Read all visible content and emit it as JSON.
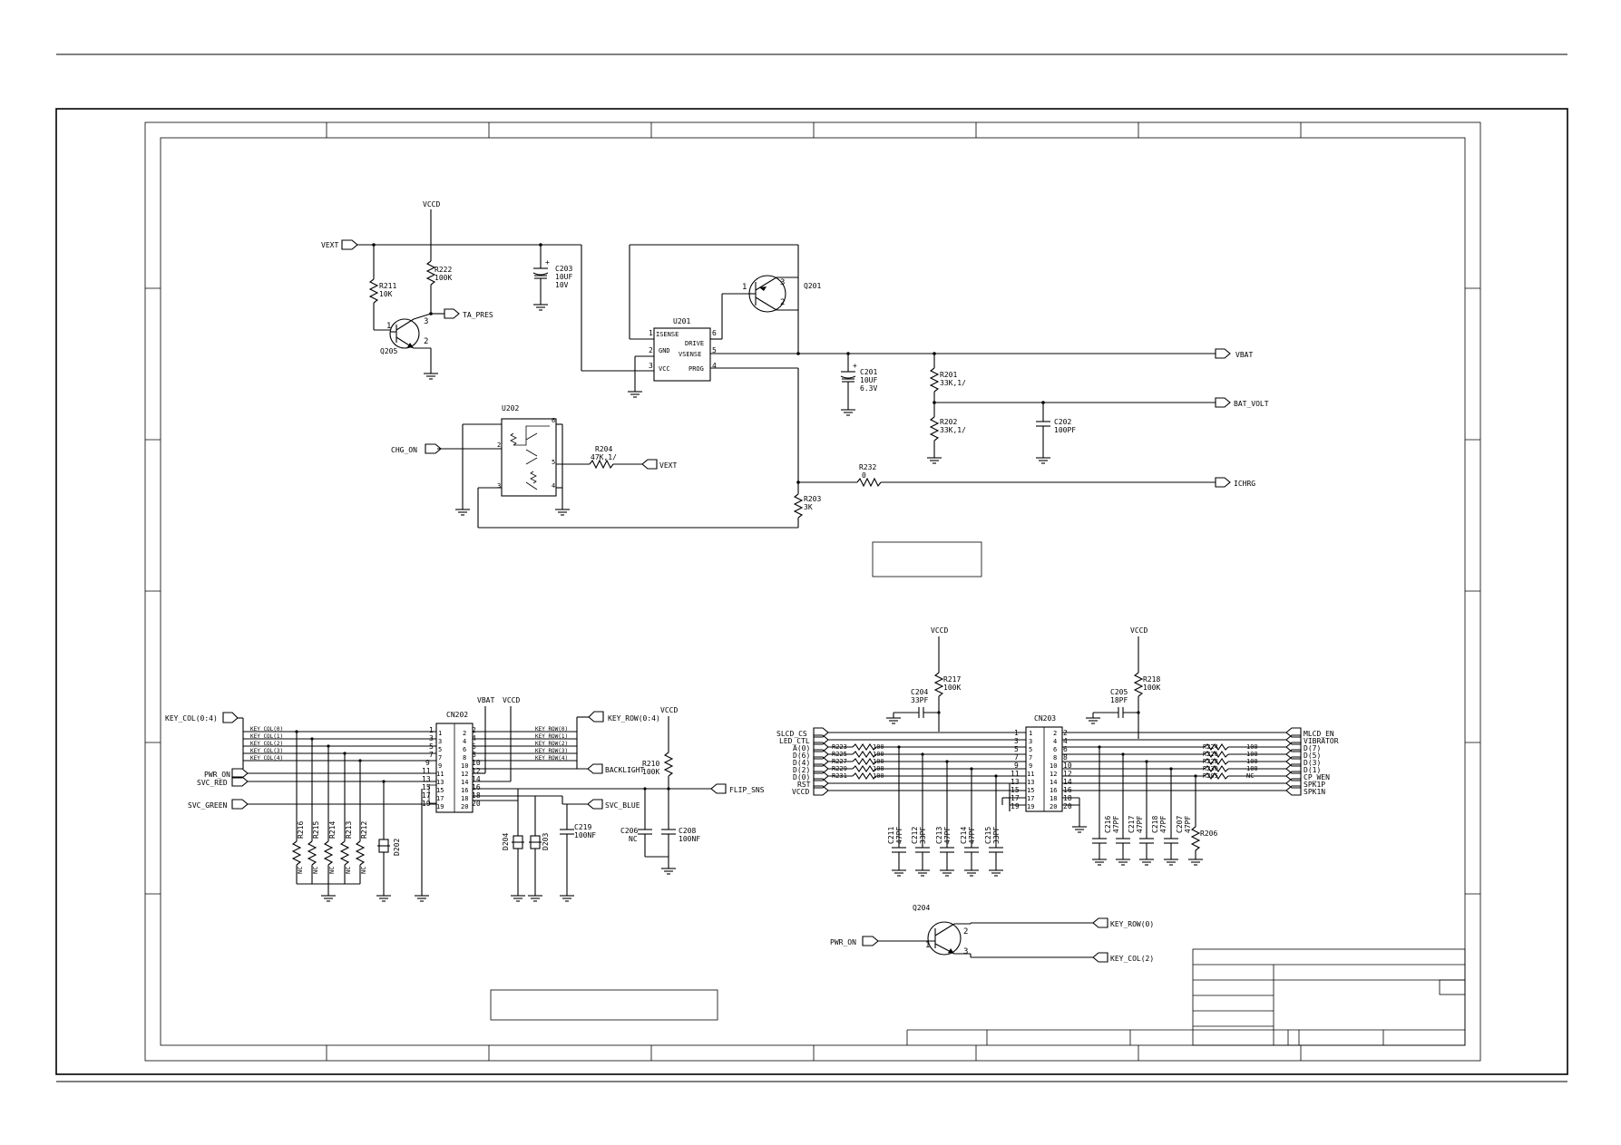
{
  "charger": {
    "vcc_label": "VCCD",
    "vext_in": "VEXT",
    "ta_pres": "TA_PRES",
    "chg_on": "CHG_ON",
    "vext_out": "VEXT",
    "vbat": "VBAT",
    "bat_volt": "BAT_VOLT",
    "ichrg": "ICHRG",
    "r211": {
      "ref": "R211",
      "val": "10K"
    },
    "r222": {
      "ref": "R222",
      "val": "100K"
    },
    "c203": {
      "ref": "C203",
      "val1": "10UF",
      "val2": "10V"
    },
    "q205": "Q205",
    "u202": "U202",
    "r204": {
      "ref": "R204",
      "val": "47K,1/"
    },
    "u201": {
      "ref": "U201",
      "pins": [
        "ISENSE",
        "DRIVE",
        "GND",
        "VSENSE",
        "VCC",
        "PROG"
      ]
    },
    "q201": "Q201",
    "c201": {
      "ref": "C201",
      "val1": "10UF",
      "val2": "6.3V"
    },
    "r201": {
      "ref": "R201",
      "val": "33K,1/"
    },
    "r202": {
      "ref": "R202",
      "val": "33K,1/"
    },
    "c202": {
      "ref": "C202",
      "val": "100PF"
    },
    "r232": {
      "ref": "R232",
      "val": "0"
    },
    "r203": {
      "ref": "R203",
      "val": "3K"
    }
  },
  "keypad": {
    "key_col_bus": "KEY_COL(0:4)",
    "key_row_bus": "KEY_ROW(0:4)",
    "key_col": [
      "KEY_COL(0)",
      "KEY_COL(1)",
      "KEY_COL(2)",
      "KEY_COL(3)",
      "KEY_COL(4)"
    ],
    "key_row": [
      "KEY_ROW(0)",
      "KEY_ROW(1)",
      "KEY_ROW(2)",
      "KEY_ROW(3)",
      "KEY_ROW(4)"
    ],
    "pwr_on": "PWR_ON",
    "svc_red": "SVC_RED",
    "svc_green": "SVC_GREEN",
    "backlight": "BACKLIGHT",
    "svc_blue": "SVC_BLUE",
    "flip_sns": "FLIP_SNS",
    "vbat": "VBAT",
    "vccd1": "VCCD",
    "vccd2": "VCCD",
    "cn202": "CN202",
    "r210": {
      "ref": "R210",
      "val": "100K"
    },
    "pull_refs": [
      "R216",
      "R215",
      "R214",
      "R213",
      "R212"
    ],
    "nc": "NC",
    "d202": "D202",
    "d204": "D204",
    "d203": "D203",
    "c219": {
      "ref": "C219",
      "val": "100NF"
    },
    "c206": {
      "ref": "C206",
      "val": "NC"
    },
    "c208": {
      "ref": "C208",
      "val": "100NF"
    }
  },
  "lcd": {
    "cn203": "CN203",
    "vccd1": "VCCD",
    "vccd2": "VCCD",
    "r217": {
      "ref": "R217",
      "val": "100K"
    },
    "r218": {
      "ref": "R218",
      "val": "100K"
    },
    "c204": {
      "ref": "C204",
      "val": "33PF"
    },
    "c205": {
      "ref": "C205",
      "val": "18PF"
    },
    "left_sigs": [
      "SLCD_CS",
      "LED_CTL",
      "A(0)",
      "D(6)",
      "D(4)",
      "D(2)",
      "D(0)",
      "RST",
      "VCCD"
    ],
    "left_res": [
      {
        "ref": "R223",
        "val": "100"
      },
      {
        "ref": "R225",
        "val": "100"
      },
      {
        "ref": "R227",
        "val": "100"
      },
      {
        "ref": "R229",
        "val": "100"
      },
      {
        "ref": "R231",
        "val": "100"
      }
    ],
    "right_sigs": [
      "MLCD_EN",
      "VIBRATOR",
      "D(7)",
      "D(5)",
      "D(3)",
      "D(1)",
      "CP_WEN",
      "SPK1P",
      "SPK1N"
    ],
    "right_res": [
      {
        "ref": "R224",
        "val": "100"
      },
      {
        "ref": "R226",
        "val": "100"
      },
      {
        "ref": "R228",
        "val": "100"
      },
      {
        "ref": "R230",
        "val": "100"
      },
      {
        "ref": "R205",
        "val": "NC"
      }
    ],
    "bottom_caps_left": [
      {
        "ref": "C211",
        "val": "47PF"
      },
      {
        "ref": "C212",
        "val": "33PF"
      },
      {
        "ref": "C213",
        "val": "47PF"
      },
      {
        "ref": "C214",
        "val": "47PF"
      },
      {
        "ref": "C215",
        "val": "33PF"
      }
    ],
    "bottom_caps_right": [
      {
        "ref": "C216",
        "val": "47PF"
      },
      {
        "ref": "C217",
        "val": "47PF"
      },
      {
        "ref": "C218",
        "val": "47PF"
      },
      {
        "ref": "C207",
        "val": "47PF"
      }
    ],
    "r206": "R206"
  },
  "power_key": {
    "q204": "Q204",
    "pwr_on": "PWR_ON",
    "key_row0": "KEY_ROW(0)",
    "key_col2": "KEY_COL(2)"
  }
}
